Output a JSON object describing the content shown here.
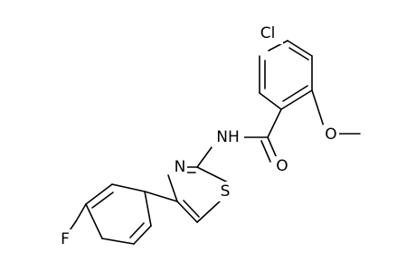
{
  "atoms": {
    "cl": "Cl",
    "o_methoxy": "O",
    "nh": "NH",
    "o_carbonyl": "O",
    "n_thiazole": "N",
    "s_thiazole": "S",
    "f": "F"
  },
  "colors": {
    "bond": "#000000",
    "label": "#000000",
    "background": "#ffffff"
  }
}
